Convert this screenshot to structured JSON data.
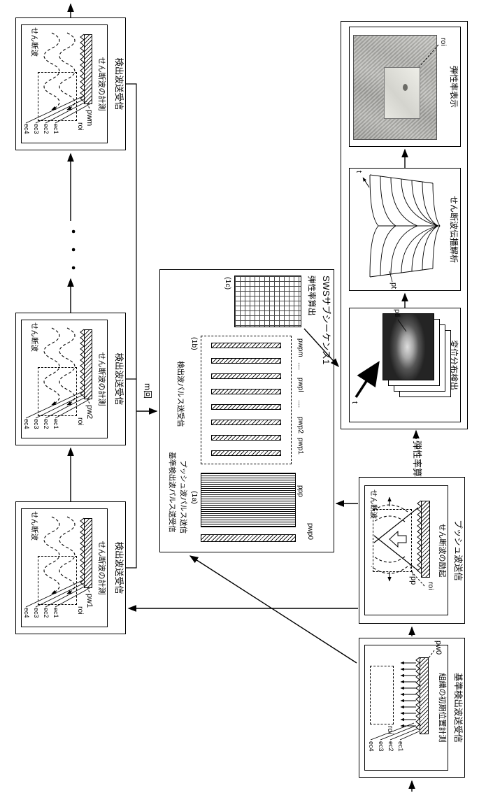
{
  "figure": {
    "baseline_box": {
      "title": "基準検出波送受信",
      "subtitle": "組織の初期位置計測",
      "pulse_label": "pw0",
      "roi_label": "roi",
      "ec_labels": [
        "ec1",
        "ec2",
        "ec3",
        "ec4"
      ]
    },
    "push_box": {
      "title": "プッシュ波送信",
      "subtitle": "せん断波の励起",
      "push_label": "pp",
      "roi_label": "roi",
      "shear_label": "せん断波"
    },
    "detection_boxes": [
      {
        "title": "検出波送受信",
        "subtitle": "せん断波の計測",
        "pulse_label": "pw1",
        "roi_label": "roi",
        "shear_label": "せん断波",
        "ec_labels": [
          "ec1",
          "ec2",
          "ec3",
          "ec4"
        ]
      },
      {
        "title": "検出波送受信",
        "subtitle": "せん断波の計測",
        "pulse_label": "pw2",
        "roi_label": "roi",
        "shear_label": "せん断波",
        "ec_labels": [
          "ec1",
          "ec2",
          "ec3",
          "ec4"
        ]
      },
      {
        "title": "検出波送受信",
        "subtitle": "せん断波の計測",
        "pulse_label": "pwm",
        "roi_label": "roi",
        "shear_label": "せん断波",
        "ec_labels": [
          "ec1",
          "ec2",
          "ec3",
          "ec4"
        ]
      }
    ],
    "ellipsis": "・・・",
    "repeat_label": "m回",
    "sws_box": {
      "title": "SWSサブシーケンス1",
      "grid_label": "弾性率算出",
      "seg_1a": "(1a)",
      "seg_1b": "(1b)",
      "seg_1c": "(1c)",
      "pulse_labels": {
        "pwp0": "pwp0",
        "ppp": "ppp",
        "pwp1": "pwp1",
        "pwp2": "pwp2",
        "dots": "....",
        "pwpl": "pwpl",
        "pwpm": "pwpm"
      },
      "push_pulse_caption": "プッシュ波パルス送信",
      "baseline_pulse_caption": "基準検出波パルス送受信",
      "detect_pulse_caption": "検出波パルス送受信"
    },
    "calc_box": {
      "label": "弾性率算出",
      "displacement": {
        "title": "変位分布検出",
        "frame_label": "ptl",
        "time_label": "t"
      },
      "propagation": {
        "title": "せん断波伝播解析",
        "surface_label": "pt",
        "time_label": "t"
      },
      "display": {
        "title": "弾性率表示",
        "roi_label": "roi"
      }
    }
  }
}
